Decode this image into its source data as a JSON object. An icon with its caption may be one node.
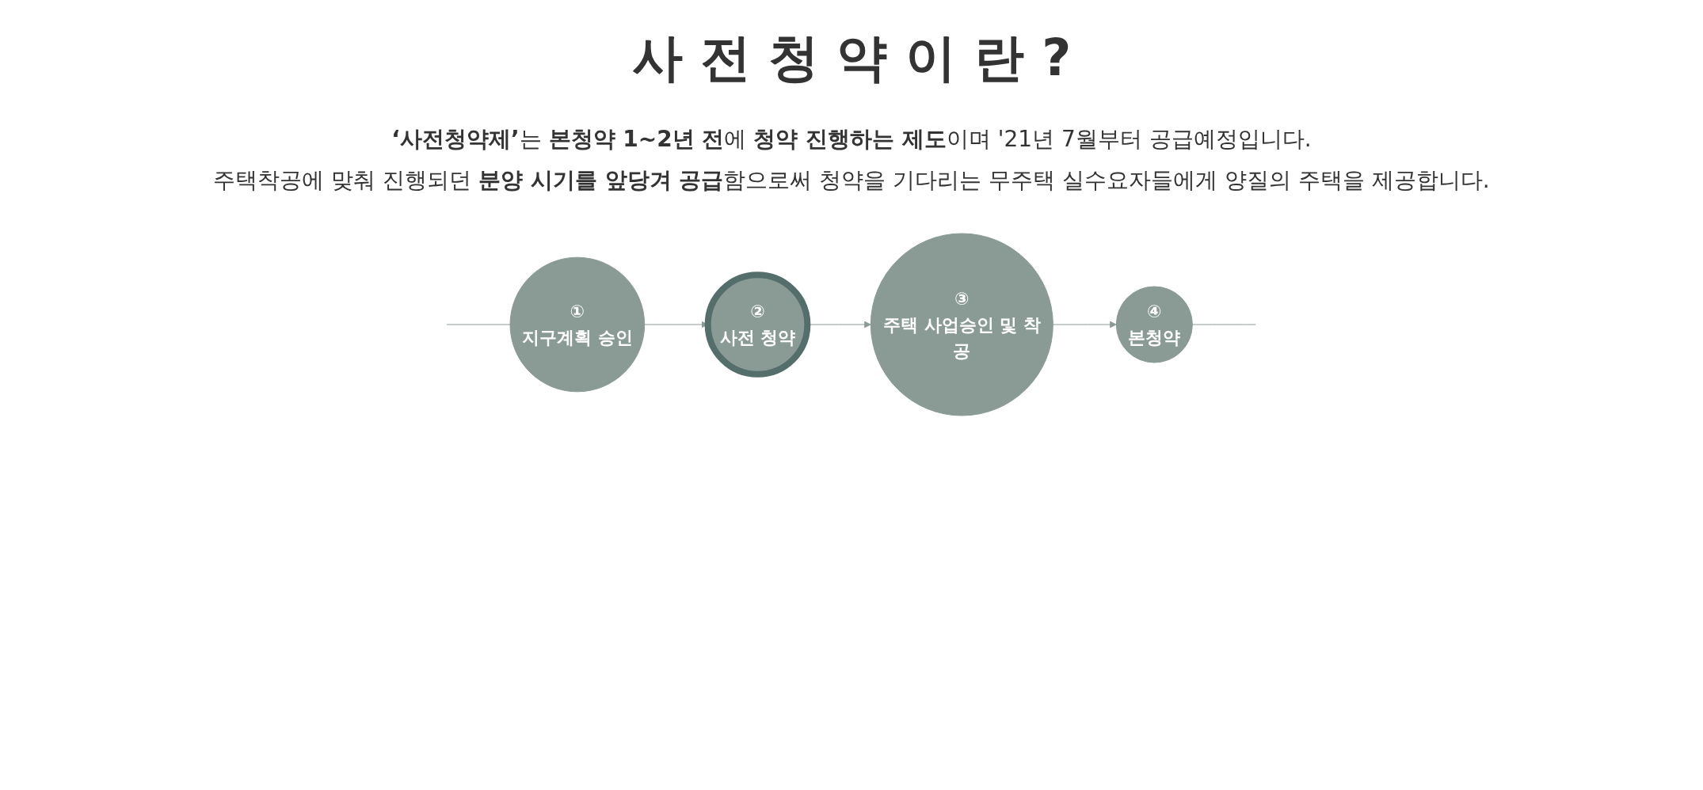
{
  "diagram": {
    "title": "사 전 청 약 이 란 ?",
    "nodes": [
      {
        "text": [
          "①",
          "지구계획 승인"
        ]
      },
      {
        "text": [
          "②",
          "사전 청약"
        ]
      },
      {
        "text": [
          "③",
          "주택 사업승인 및 착공"
        ]
      },
      {
        "text": [
          "④",
          "본청약"
        ]
      }
    ],
    "edges": [
      {
        "from": null,
        "to": 0,
        "arrow": "none"
      },
      {
        "from": 0,
        "to": 1,
        "arrow": "to"
      },
      {
        "from": 1,
        "to": 2,
        "arrow": "to"
      },
      {
        "from": 2,
        "to": 3,
        "arrow": "to"
      },
      {
        "from": 3,
        "to": null,
        "arrow": "none"
      }
    ],
    "labels": [
      "**‘사전청약제’**는 **본청약 1~2년 전**에 **청약 진행하는 제도**이며 '21년 7월부터 공급예정입니다.",
      "주택착공에 맞춰 진행되던 **분양 시기를 앞당겨 공급**함으로써 청약을 기다리는 무주택 실수요자들에게 양질의 주택을 제공합니다."
    ]
  }
}
